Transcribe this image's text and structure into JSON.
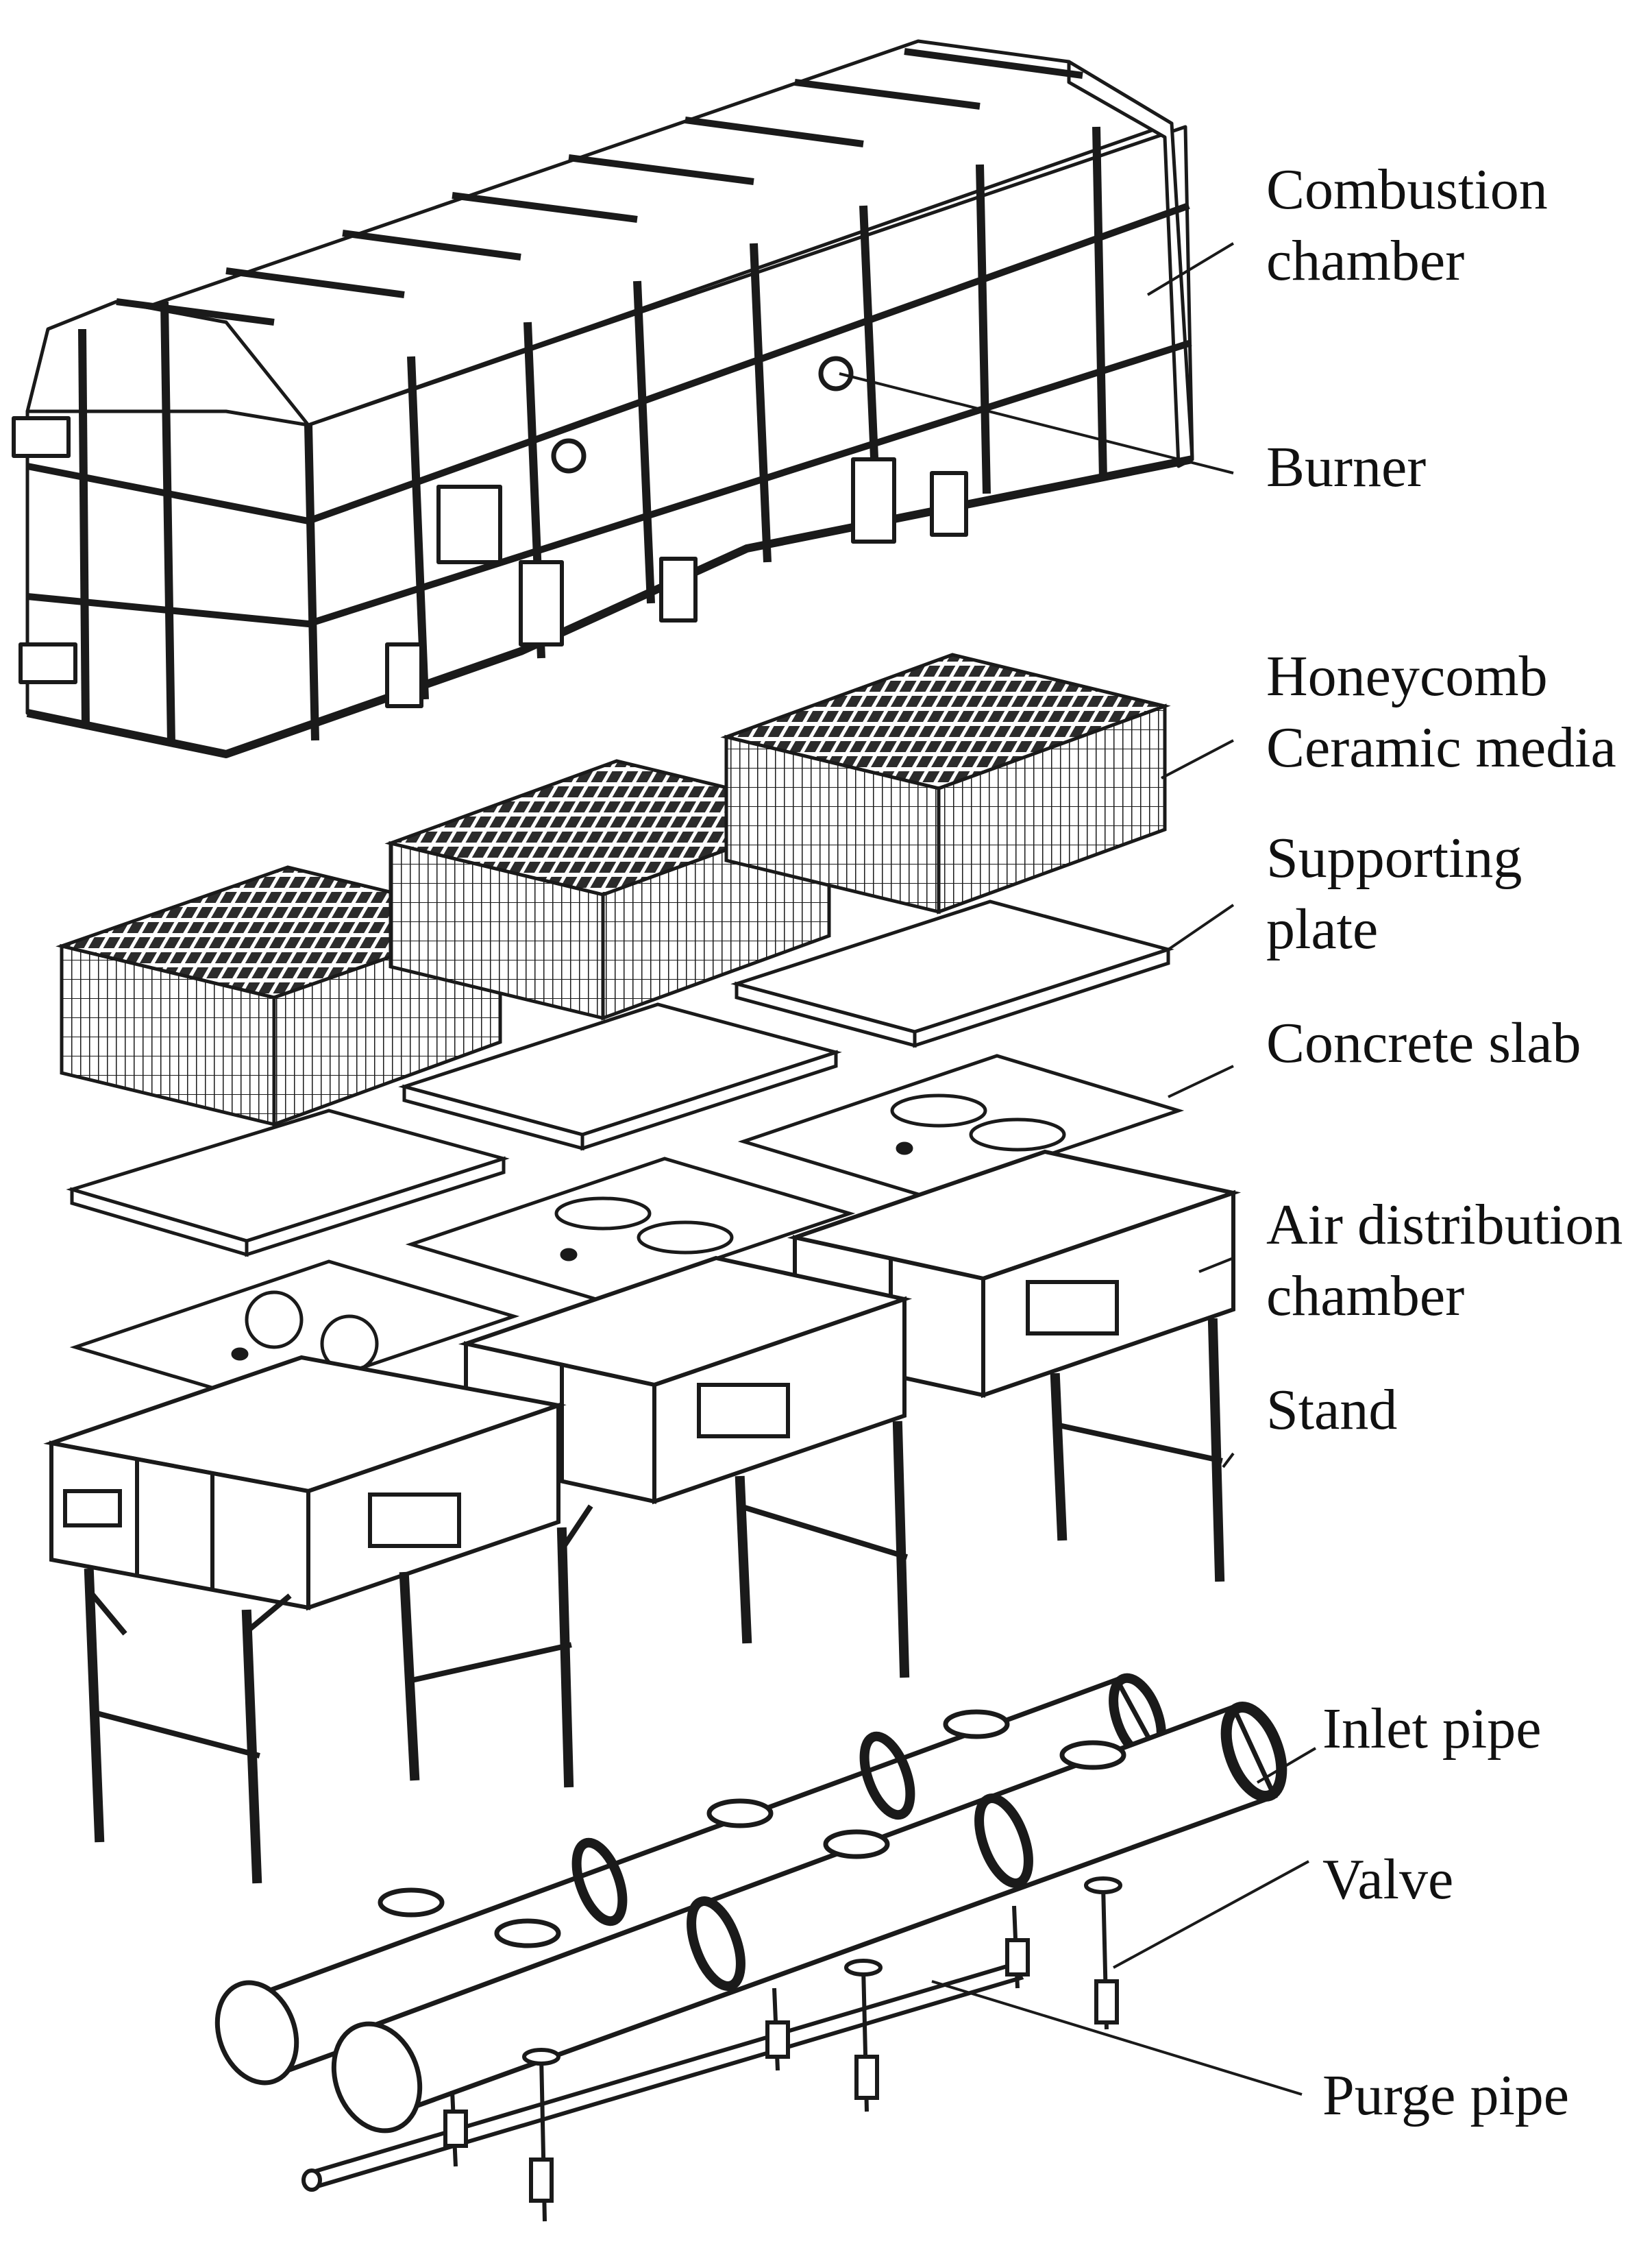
{
  "labels": {
    "combustion_chamber": [
      "Combustion",
      "chamber"
    ],
    "burner": [
      "Burner"
    ],
    "honeycomb_media": [
      "Honeycomb",
      "Ceramic media"
    ],
    "supporting_plate": [
      "Supporting",
      "plate"
    ],
    "concrete_slab": [
      "Concrete slab"
    ],
    "air_distribution_chamber": [
      "Air distribution",
      "chamber"
    ],
    "stand": [
      "Stand"
    ],
    "inlet_pipe": [
      "Inlet pipe"
    ],
    "valve": [
      "Valve"
    ],
    "purge_pipe": [
      "Purge pipe"
    ]
  },
  "colors": {
    "line": "#1a1a1a",
    "media_cell": "#2b2b2b",
    "background": "#ffffff"
  }
}
